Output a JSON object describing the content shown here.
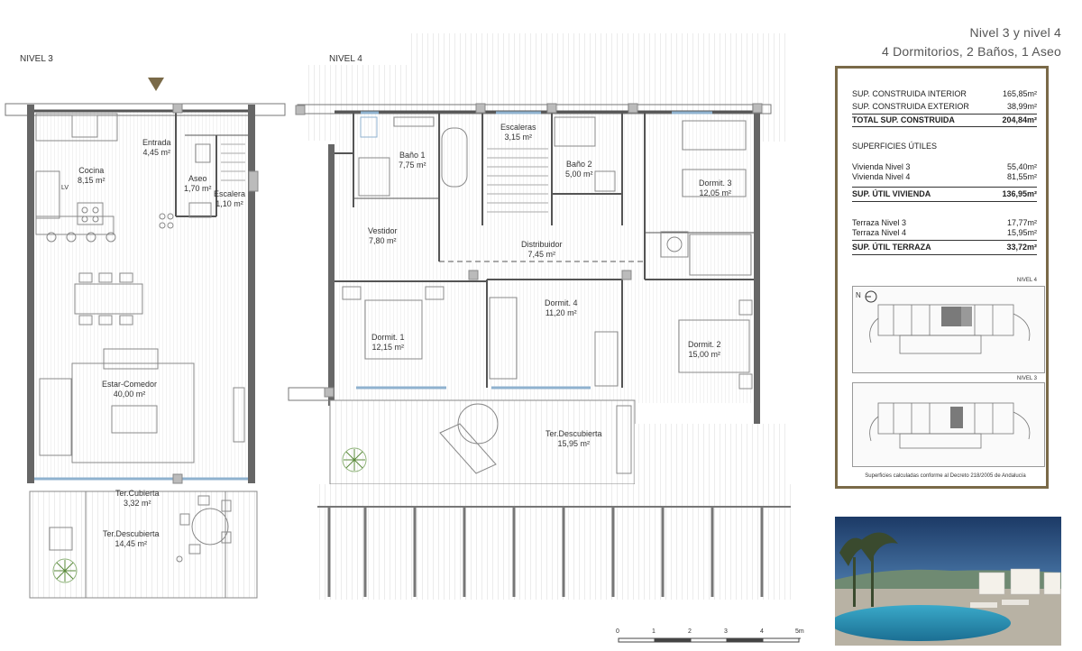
{
  "header": {
    "title": "Nivel 3 y nivel 4",
    "subtitle": "4 Dormitorios, 2 Baños, 1 Aseo"
  },
  "plans": {
    "level3_label": "NIVEL 3",
    "level4_label": "NIVEL 4"
  },
  "rooms_level3": [
    {
      "name": "Entrada",
      "area": "4,45 m²"
    },
    {
      "name": "Cocina",
      "area": "8,15 m²"
    },
    {
      "name": "Aseo",
      "area": "1,70 m²"
    },
    {
      "name": "Escalera",
      "area": "1,10 m²"
    },
    {
      "name": "Estar-Comedor",
      "area": "40,00 m²"
    },
    {
      "name": "Ter.Cubierta",
      "area": "3,32 m²"
    },
    {
      "name": "Ter.Descubierta",
      "area": "14,45 m²"
    }
  ],
  "rooms_level4": [
    {
      "name": "Baño 1",
      "area": "7,75 m²"
    },
    {
      "name": "Escaleras",
      "area": "3,15 m²"
    },
    {
      "name": "Baño 2",
      "area": "5,00 m²"
    },
    {
      "name": "Dormit. 3",
      "area": "12,05 m²"
    },
    {
      "name": "Vestidor",
      "area": "7,80 m²"
    },
    {
      "name": "Distribuidor",
      "area": "7,45 m²"
    },
    {
      "name": "Dormit. 4",
      "area": "11,20 m²"
    },
    {
      "name": "Dormit. 1",
      "area": "12,15 m²"
    },
    {
      "name": "Dormit. 2",
      "area": "15,00 m²"
    },
    {
      "name": "Ter.Descubierta",
      "area": "15,95 m²"
    }
  ],
  "fixture_label": "LV",
  "summary": {
    "construida": [
      {
        "label": "SUP. CONSTRUIDA INTERIOR",
        "value": "165,85m²"
      },
      {
        "label": "SUP. CONSTRUIDA EXTERIOR",
        "value": "38,99m²"
      }
    ],
    "total_construida": {
      "label": "TOTAL SUP. CONSTRUIDA",
      "value": "204,84m²"
    },
    "utiles_title": "SUPERFICIES ÚTILES",
    "vivienda": [
      {
        "label": "Vivienda Nivel 3",
        "value": "55,40m²"
      },
      {
        "label": "Vivienda Nivel 4",
        "value": "81,55m²"
      }
    ],
    "total_vivienda": {
      "label": "SUP. ÚTIL VIVIENDA",
      "value": "136,95m²"
    },
    "terraza": [
      {
        "label": "Terraza Nivel 3",
        "value": "17,77m²"
      },
      {
        "label": "Terraza Nivel 4",
        "value": "15,95m²"
      }
    ],
    "total_terraza": {
      "label": "SUP. ÚTIL TERRAZA",
      "value": "33,72m²"
    },
    "compass_letter": "N",
    "mini_level4": "NIVEL 4",
    "mini_level3": "NIVEL 3",
    "footnote": "Superficies calculadas conforme al Decreto 218/2005 de Andalucía"
  },
  "scale": {
    "ticks": [
      "0",
      "1",
      "2",
      "3",
      "4",
      "5m"
    ]
  },
  "colors": {
    "frame": "#7a6a48",
    "wall": "#555555",
    "floor_hatch": "#e6e6e6",
    "window": "#8fb2cf",
    "pillar": "#bbbbbb",
    "entrance_arrow": "#7a6a48"
  }
}
